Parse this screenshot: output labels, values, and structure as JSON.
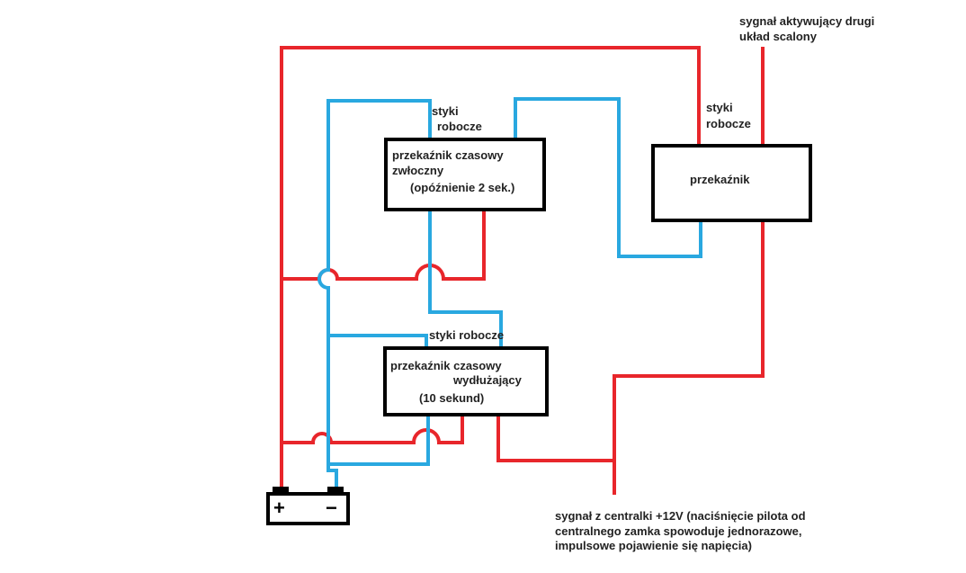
{
  "colors": {
    "positive_wire": "#e8262b",
    "control_wire": "#29a8e0",
    "component_outline": "#000000",
    "background": "#ffffff"
  },
  "labels": {
    "top_signal": {
      "line1": "sygnał aktywujący drugi",
      "line2": "układ scalony"
    },
    "relay_contacts": {
      "line1": "styki",
      "line2": "robocze"
    },
    "delay_contacts": {
      "line1": "styki",
      "line2": "robocze"
    },
    "extend_contacts": "styki robocze",
    "bottom_signal": {
      "line1": "sygnał z centralki +12V (naciśnięcie pilota od",
      "line2": "centralnego zamka spowoduje jednorazowe,",
      "line3": "impulsowe pojawienie się napięcia)"
    }
  },
  "components": {
    "delay_timer": {
      "line1": "przekaźnik czasowy",
      "line2": "zwłoczny",
      "line3": "(opóźnienie 2 sek.)"
    },
    "extend_timer": {
      "line1": "przekaźnik czasowy",
      "line2": "wydłużający",
      "line3": "(10 sekund)"
    },
    "relay": {
      "label": "przekaźnik"
    },
    "battery": {
      "plus": "+",
      "minus": "−"
    }
  }
}
